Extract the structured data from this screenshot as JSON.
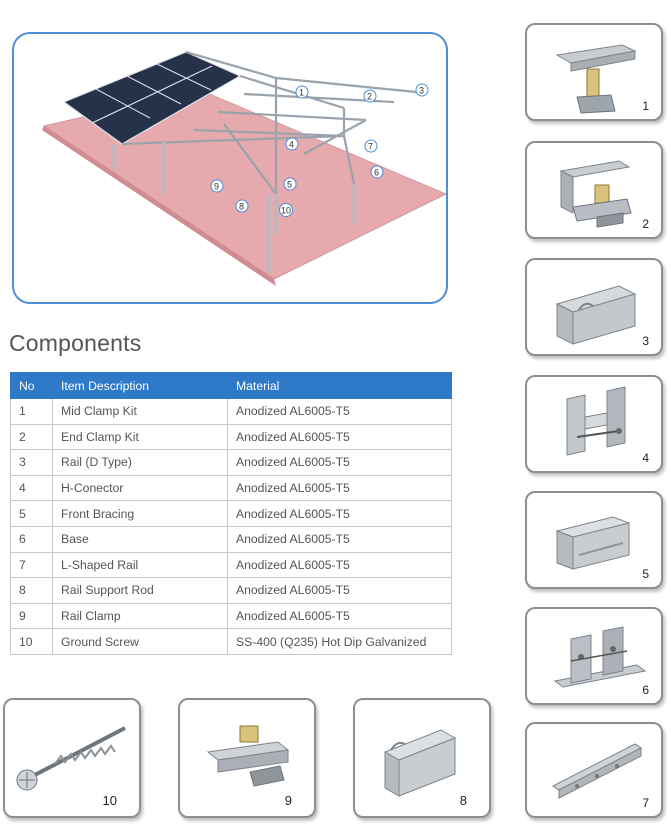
{
  "section_title": "Components",
  "table": {
    "headers": [
      "No",
      "Item Description",
      "Material"
    ],
    "rows": [
      [
        "1",
        "Mid Clamp Kit",
        "Anodized AL6005-T5"
      ],
      [
        "2",
        "End Clamp Kit",
        "Anodized AL6005-T5"
      ],
      [
        "3",
        "Rail (D Type)",
        "Anodized AL6005-T5"
      ],
      [
        "4",
        "H-Conector",
        "Anodized AL6005-T5"
      ],
      [
        "5",
        "Front Bracing",
        "Anodized AL6005-T5"
      ],
      [
        "6",
        "Base",
        "Anodized AL6005-T5"
      ],
      [
        "7",
        "L-Shaped Rail",
        "Anodized AL6005-T5"
      ],
      [
        "8",
        "Rail Support Rod",
        "Anodized AL6005-T5"
      ],
      [
        "9",
        "Rail Clamp",
        "Anodized AL6005-T5"
      ],
      [
        "10",
        "Ground Screw",
        "SS-400 (Q235) Hot Dip Galvanized"
      ]
    ]
  },
  "callouts": [
    "1",
    "2",
    "3",
    "4",
    "5",
    "6",
    "7",
    "8",
    "9",
    "10"
  ],
  "cards": [
    {
      "number": "1",
      "icon": "mid-clamp-kit-icon"
    },
    {
      "number": "2",
      "icon": "end-clamp-kit-icon"
    },
    {
      "number": "3",
      "icon": "rail-d-type-icon"
    },
    {
      "number": "4",
      "icon": "h-connector-icon"
    },
    {
      "number": "5",
      "icon": "front-bracing-icon"
    },
    {
      "number": "6",
      "icon": "base-icon"
    },
    {
      "number": "7",
      "icon": "l-shaped-rail-icon"
    },
    {
      "number": "8",
      "icon": "rail-support-rod-icon"
    },
    {
      "number": "9",
      "icon": "rail-clamp-icon"
    },
    {
      "number": "10",
      "icon": "ground-screw-icon"
    }
  ],
  "colors": {
    "header_blue": "#2f79c9",
    "frame_blue": "#4b8fd6",
    "ground_pink": "#e8a9ae",
    "panel": "#26324a"
  }
}
